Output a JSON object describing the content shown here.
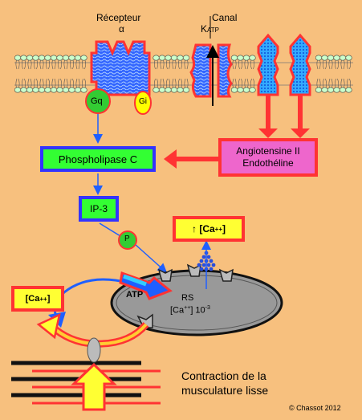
{
  "receptor": {
    "name": "Récepteur",
    "subtype": "α"
  },
  "channel": {
    "name": "Canal",
    "k": "K",
    "k_sub": "ATP"
  },
  "proteins": {
    "gq": "Gq",
    "gi": "Gi",
    "p": "P"
  },
  "boxes": {
    "plc": "Phospholipase C",
    "ip3": "IP-3",
    "agonist_line1": "Angiotensine II",
    "agonist_line2": "Endothéline",
    "ca_up_arrow": "↑",
    "ca_left": "[Ca",
    "ca_sup": "++",
    "ca_right": "]"
  },
  "reticulum": {
    "rs": "RS",
    "atp": "ATP",
    "conc_left": "[Ca",
    "conc_sup": "++",
    "conc_mid": "] 10",
    "conc_exp": "-3"
  },
  "contraction": {
    "line1": "Contraction de la",
    "line2": "musculature lisse"
  },
  "credit": "© Chassot  2012",
  "colors": {
    "background": "#f7c07e",
    "outline_red": "#ff3333",
    "membrane_blue": "#1f5fff",
    "plc_green": "#33ff33",
    "agonist_pink": "#ee66cc",
    "ca_yellow": "#ffff33",
    "box_blue": "#3333ff"
  }
}
